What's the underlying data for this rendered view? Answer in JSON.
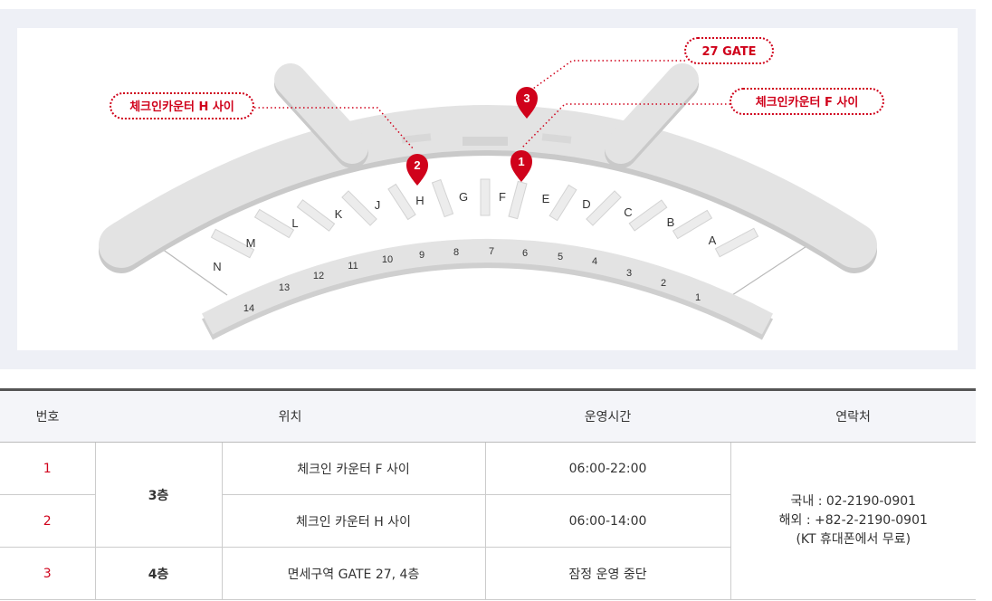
{
  "map": {
    "callouts": [
      {
        "id": "h",
        "label": "체크인카운터 H 사이"
      },
      {
        "id": "gate",
        "label": "27 GATE"
      },
      {
        "id": "f",
        "label": "체크인카운터 F 사이"
      }
    ],
    "markers": [
      "1",
      "2",
      "3"
    ],
    "counters": [
      "A",
      "B",
      "C",
      "D",
      "E",
      "F",
      "G",
      "H",
      "J",
      "K",
      "L",
      "M",
      "N"
    ],
    "gates": [
      "1",
      "2",
      "3",
      "4",
      "5",
      "6",
      "7",
      "8",
      "9",
      "10",
      "11",
      "12",
      "13",
      "14"
    ],
    "accent_color": "#d0021b"
  },
  "table": {
    "headers": {
      "num": "번호",
      "location": "위치",
      "hours": "운영시간",
      "contact": "연락처"
    },
    "rows": [
      {
        "num": "1",
        "floor": "3층",
        "location": "체크인 카운터 F 사이",
        "hours": "06:00-22:00"
      },
      {
        "num": "2",
        "floor": "",
        "location": "체크인 카운터 H 사이",
        "hours": "06:00-14:00"
      },
      {
        "num": "3",
        "floor": "4층",
        "location": "면세구역 GATE 27, 4층",
        "hours": "잠정 운영 중단"
      }
    ],
    "contact": {
      "line1": "국내 : 02-2190-0901",
      "line2": "해외 : +82-2-2190-0901",
      "line3": "(KT 휴대폰에서 무료)"
    }
  }
}
